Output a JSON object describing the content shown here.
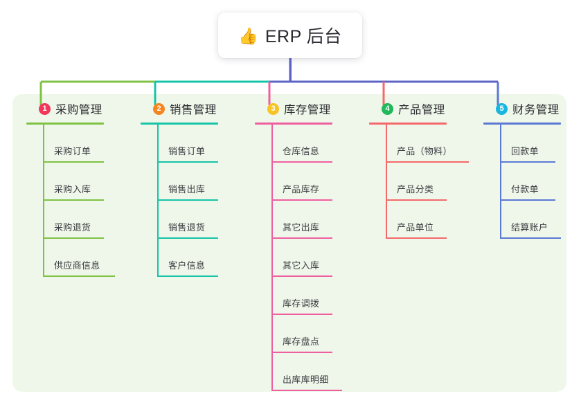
{
  "root": {
    "icon": "thumbs-up-icon",
    "icon_glyph": "👍",
    "title": "ERP 后台"
  },
  "panel": {
    "background_color": "#eef7e9"
  },
  "trunk": {
    "color": "#5b63c4",
    "segments": [
      {
        "name": "segment-purchase",
        "color": "#7ec243"
      },
      {
        "name": "segment-sales",
        "color": "#16c4a8"
      },
      {
        "name": "segment-right",
        "color": "#5b63c4"
      }
    ]
  },
  "columns": [
    {
      "index": "1",
      "badge_color": "#f2385a",
      "accent_color": "#7ec243",
      "title": "采购管理",
      "title_width": 112,
      "leaf_width": 88,
      "items": [
        {
          "label": "采购订单",
          "rule_width": 72
        },
        {
          "label": "采购入库",
          "rule_width": 72
        },
        {
          "label": "采购退货",
          "rule_width": 72
        },
        {
          "label": "供应商信息",
          "rule_width": 88
        }
      ]
    },
    {
      "index": "2",
      "badge_color": "#f6851f",
      "accent_color": "#16c4a8",
      "title": "销售管理",
      "title_width": 112,
      "leaf_width": 88,
      "items": [
        {
          "label": "销售订单",
          "rule_width": 72
        },
        {
          "label": "销售出库",
          "rule_width": 72
        },
        {
          "label": "销售退货",
          "rule_width": 72
        },
        {
          "label": "客户信息",
          "rule_width": 72
        }
      ]
    },
    {
      "index": "3",
      "badge_color": "#f7c325",
      "accent_color": "#ef5fa0",
      "title": "库存管理",
      "title_width": 112,
      "leaf_width": 88,
      "items": [
        {
          "label": "仓库信息",
          "rule_width": 72
        },
        {
          "label": "产品库存",
          "rule_width": 72
        },
        {
          "label": "其它出库",
          "rule_width": 72
        },
        {
          "label": "其它入库",
          "rule_width": 72
        },
        {
          "label": "库存调拨",
          "rule_width": 72
        },
        {
          "label": "库存盘点",
          "rule_width": 72
        },
        {
          "label": "出库库明细",
          "rule_width": 86
        }
      ]
    },
    {
      "index": "4",
      "badge_color": "#21b95a",
      "accent_color": "#f4696b",
      "title": "产品管理",
      "title_width": 112,
      "leaf_width": 104,
      "items": [
        {
          "label": "产品（物料）",
          "rule_width": 104
        },
        {
          "label": "产品分类",
          "rule_width": 72
        },
        {
          "label": "产品单位",
          "rule_width": 72
        }
      ]
    },
    {
      "index": "5",
      "badge_color": "#1ab6e0",
      "accent_color": "#5b79d4",
      "title": "财务管理",
      "title_width": 112,
      "leaf_width": 88,
      "items": [
        {
          "label": "回款单",
          "rule_width": 64
        },
        {
          "label": "付款单",
          "rule_width": 64
        },
        {
          "label": "结算账户",
          "rule_width": 72
        }
      ]
    }
  ]
}
